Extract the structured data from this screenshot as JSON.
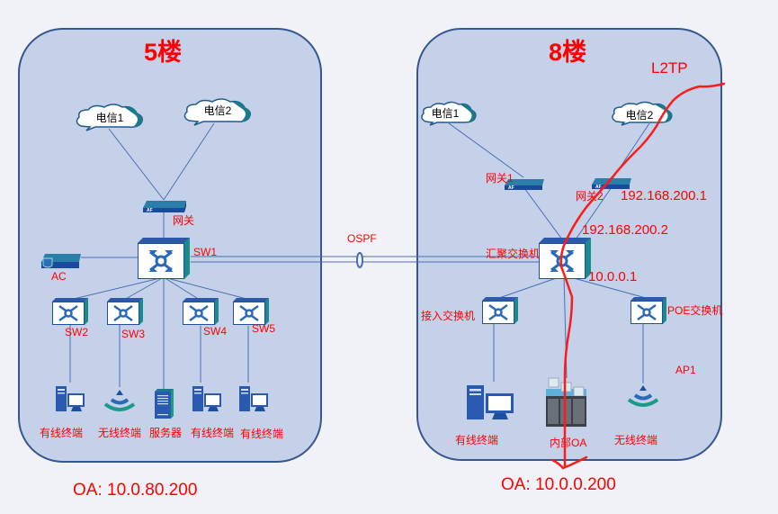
{
  "diagram": {
    "zones": [
      {
        "id": "floor5",
        "title": "5楼",
        "clouds": [
          "电信1",
          "电信2"
        ],
        "gateway_label": "网关",
        "ac_label": "AC",
        "core_switch_label": "SW1",
        "access_switches": [
          "SW2",
          "SW3",
          "SW4",
          "SW5"
        ],
        "endpoints": [
          "有线终端",
          "无线终端",
          "服务器",
          "有线终端",
          "有线终端"
        ],
        "oa_address": "OA: 10.0.80.200"
      },
      {
        "id": "floor8",
        "title": "8楼",
        "clouds": [
          "电信1",
          "电信2"
        ],
        "gateway1_label": "网关1",
        "gateway2_label": "网关2",
        "core_switch_label": "汇聚交换机",
        "access_switch_label": "接入交换机",
        "poe_switch_label": "POE交换机",
        "ap_label": "AP1",
        "endpoints": [
          "有线终端",
          "内部OA",
          "无线终端"
        ],
        "ip_gateway2": "192.168.200.1",
        "ip_core_uplink": "192.168.200.2",
        "ip_core_lan": "10.0.0.1",
        "oa_address": "OA: 10.0.0.200"
      }
    ],
    "inter_link_label": "OSPF",
    "tunnel_label": "L2TP",
    "colors": {
      "label": "#ff0000",
      "zone_fill": "#c5d1e9",
      "zone_border": "#35568f",
      "link": "#4a6fb5",
      "annotation": "#ff1a1a"
    }
  }
}
